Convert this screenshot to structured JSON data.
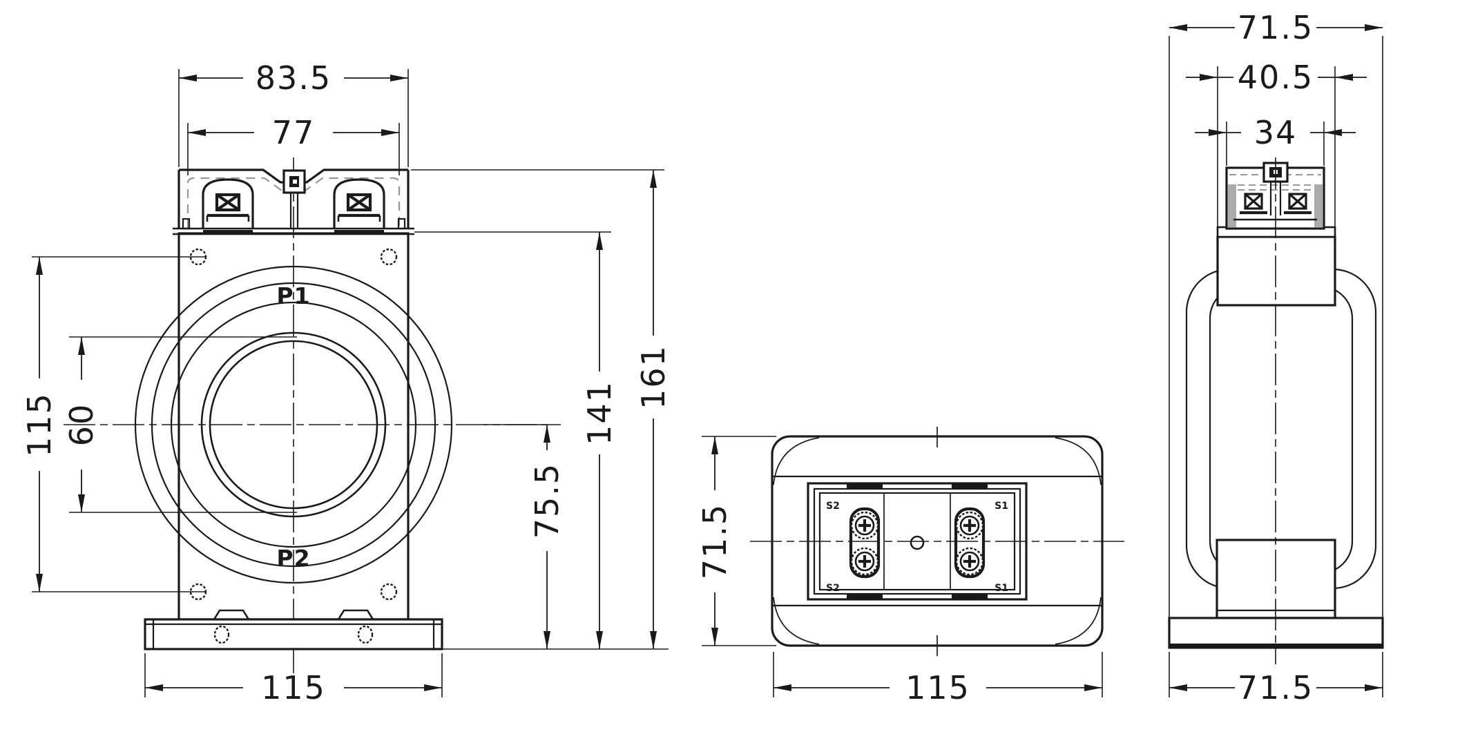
{
  "title": "current-transformer-outline-dimension-drawing",
  "colors": {
    "line": "#1a1a1a",
    "background": "#ffffff",
    "dashed_cover": "#979797",
    "terminal_shade": "#ababab"
  },
  "front_view": {
    "dims": {
      "terminal_outer_width": "83.5",
      "terminal_inner_width": "77",
      "mounting_hole_spacing": "115",
      "window_diameter": "60",
      "center_height": "75.5",
      "body_height": "141",
      "overall_height": "161",
      "base_width": "115"
    },
    "markings": {
      "top": "P1",
      "bottom": "P2"
    }
  },
  "top_view": {
    "dims": {
      "depth": "71.5",
      "width": "115"
    },
    "terminal_labels": {
      "top_left": "S2",
      "top_right": "S1",
      "bottom_left": "S2",
      "bottom_right": "S1"
    }
  },
  "side_view": {
    "dims": {
      "overall_depth": "71.5",
      "terminal_flange_depth": "40.5",
      "terminal_cover_depth": "34",
      "base_depth": "71.5"
    }
  }
}
